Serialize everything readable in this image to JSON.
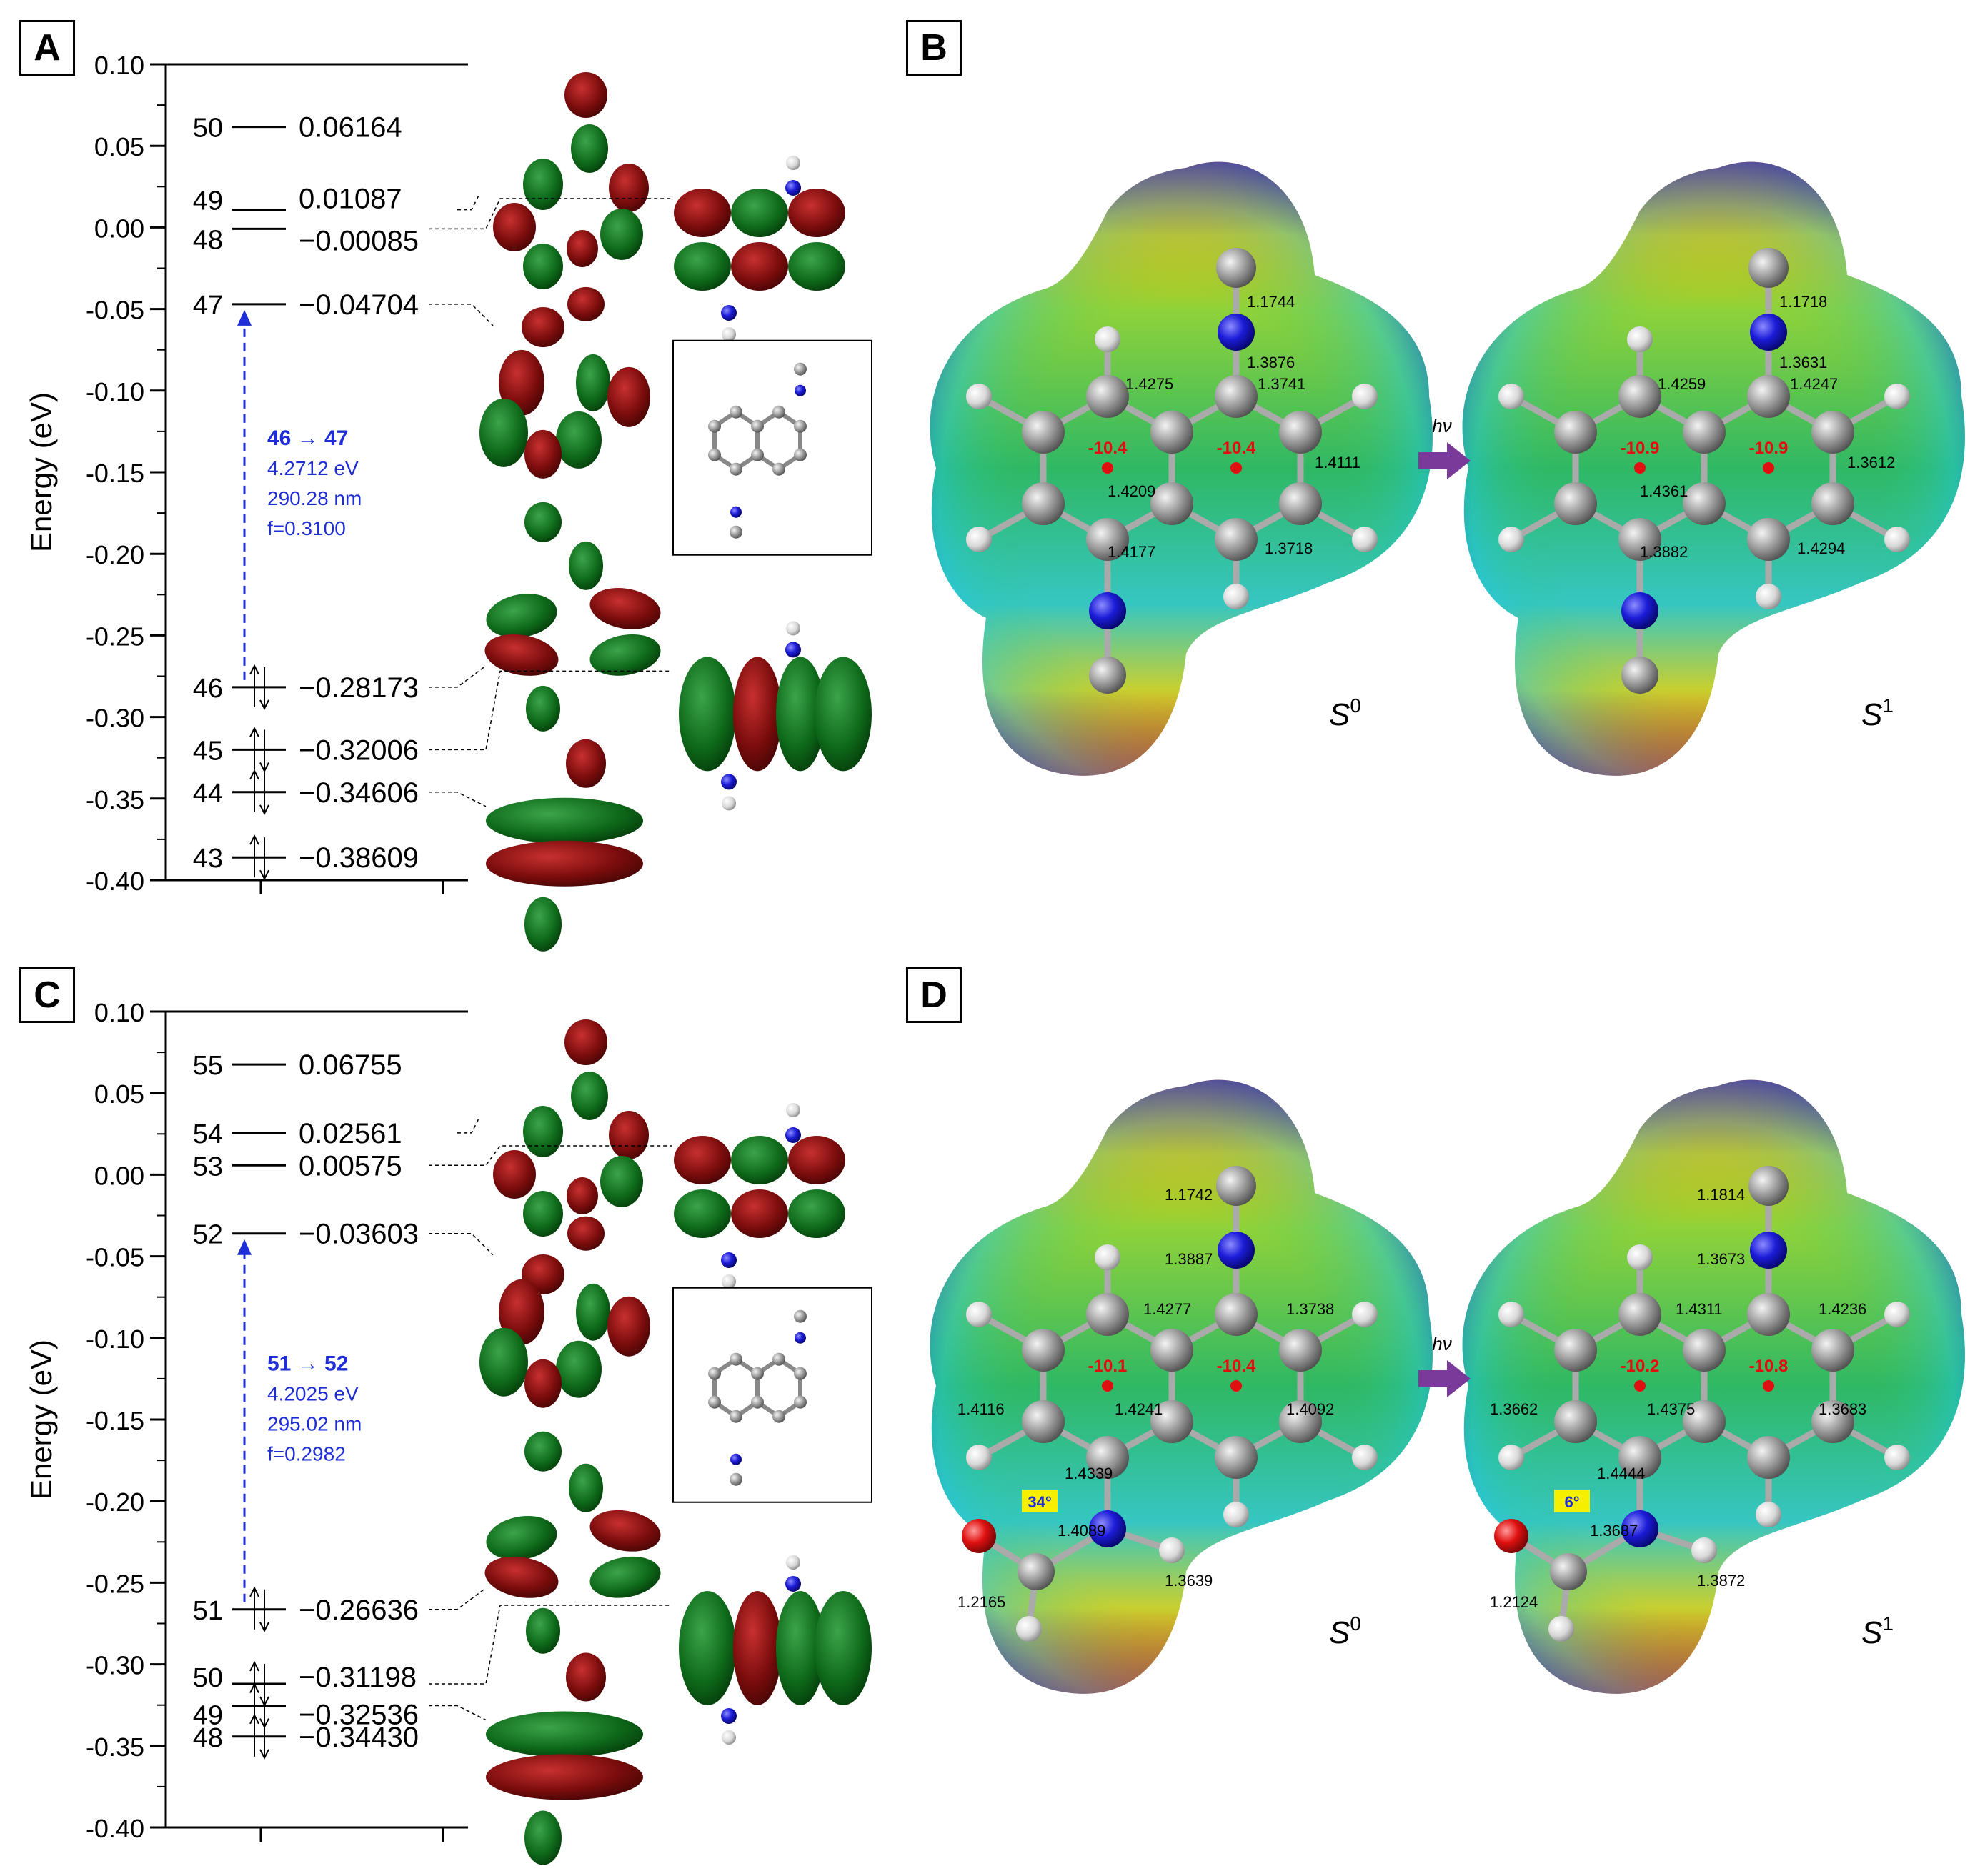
{
  "panels": {
    "A": "A",
    "B": "B",
    "C": "C",
    "D": "D"
  },
  "energy_axis": {
    "ylabel": "Energy (eV)",
    "ticks": [
      "0.10",
      "0.05",
      "0.00",
      "-0.05",
      "-0.10",
      "-0.15",
      "-0.20",
      "-0.25",
      "-0.30",
      "-0.35",
      "-0.40"
    ]
  },
  "diagram_A": {
    "levels": [
      {
        "n": "50",
        "value": "0.06164",
        "e": 0.06164,
        "occupied": false
      },
      {
        "n": "49",
        "value": "0.01087",
        "e": 0.01087,
        "occupied": false
      },
      {
        "n": "48",
        "value": "−0.00085",
        "e": -0.00085,
        "occupied": false
      },
      {
        "n": "47",
        "value": "−0.04704",
        "e": -0.04704,
        "occupied": false
      },
      {
        "n": "46",
        "value": "−0.28173",
        "e": -0.28173,
        "occupied": true
      },
      {
        "n": "45",
        "value": "−0.32006",
        "e": -0.32006,
        "occupied": true
      },
      {
        "n": "44",
        "value": "−0.34606",
        "e": -0.34606,
        "occupied": true
      },
      {
        "n": "43",
        "value": "−0.38609",
        "e": -0.38609,
        "occupied": true
      }
    ],
    "transition": {
      "label": "46 → 47",
      "energy": "4.2712 eV",
      "wavelength": "290.28 nm",
      "f": "f=0.3100"
    }
  },
  "diagram_C": {
    "levels": [
      {
        "n": "55",
        "value": "0.06755",
        "e": 0.06755,
        "occupied": false
      },
      {
        "n": "54",
        "value": "0.02561",
        "e": 0.02561,
        "occupied": false
      },
      {
        "n": "53",
        "value": "0.00575",
        "e": 0.00575,
        "occupied": false
      },
      {
        "n": "52",
        "value": "−0.03603",
        "e": -0.03603,
        "occupied": false
      },
      {
        "n": "51",
        "value": "−0.26636",
        "e": -0.26636,
        "occupied": true
      },
      {
        "n": "50",
        "value": "−0.31198",
        "e": -0.31198,
        "occupied": true
      },
      {
        "n": "49",
        "value": "−0.32536",
        "e": -0.32536,
        "occupied": true
      },
      {
        "n": "48",
        "value": "−0.34430",
        "e": -0.3443,
        "occupied": true
      }
    ],
    "transition": {
      "label": "51 → 52",
      "energy": "4.2025 eV",
      "wavelength": "295.02 nm",
      "f": "f=0.2982"
    }
  },
  "panel_B": {
    "s0": {
      "state": "S",
      "sup": "0",
      "bonds": [
        "1.1744",
        "1.3876",
        "1.4275",
        "1.3741",
        "1.4209",
        "1.4111",
        "1.4177",
        "1.3718"
      ],
      "nics": [
        "-10.4",
        "-10.4"
      ]
    },
    "hv": "hν",
    "s1": {
      "state": "S",
      "sup": "1",
      "bonds": [
        "1.1718",
        "1.3631",
        "1.4259",
        "1.4247",
        "1.4361",
        "1.3612",
        "1.3882",
        "1.4294"
      ],
      "nics": [
        "-10.9",
        "-10.9"
      ]
    }
  },
  "panel_D": {
    "s0": {
      "state": "S",
      "sup": "0",
      "bonds": [
        "1.1742",
        "1.3887",
        "1.4277",
        "1.3738",
        "1.4116",
        "1.4241",
        "1.4092",
        "1.4339",
        "1.4089",
        "1.2165",
        "1.3639"
      ],
      "nics": [
        "-10.1",
        "-10.4"
      ],
      "angle": "34°"
    },
    "hv": "hν",
    "s1": {
      "state": "S",
      "sup": "1",
      "bonds": [
        "1.1814",
        "1.3673",
        "1.4311",
        "1.4236",
        "1.3662",
        "1.4375",
        "1.3683",
        "1.4444",
        "1.3687",
        "1.2124",
        "1.3872"
      ],
      "nics": [
        "-10.2",
        "-10.8"
      ],
      "angle": "6°"
    }
  },
  "colors": {
    "transition": "#1f2dd6",
    "nics": "#e01010",
    "carbon": "#8a8a8a",
    "nitrogen": "#1a1ad0",
    "oxygen": "#dd1010",
    "orbital_red": "#7a0c0c",
    "orbital_green": "#0e6a1a",
    "arrow": "#7a3a9a",
    "angle_box": "#f6f000"
  }
}
